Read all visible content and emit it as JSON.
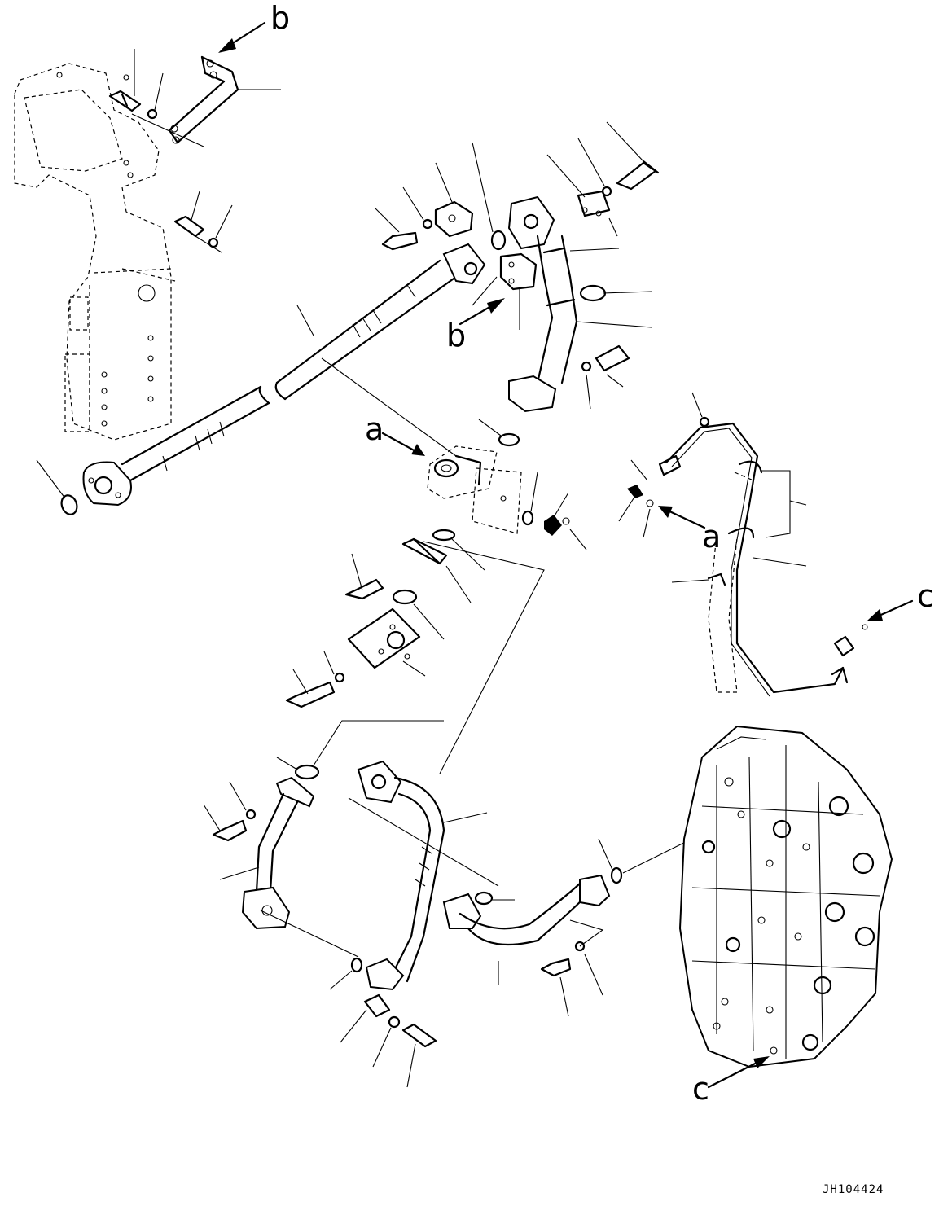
{
  "drawing": {
    "callouts": {
      "b_top": "b",
      "b_mid": "b",
      "a_left": "a",
      "a_right": "a",
      "c_right": "c",
      "c_bottom": "c"
    },
    "drawing_id": "JH104424"
  },
  "colors": {
    "ink": "#000000",
    "paper": "#ffffff"
  }
}
